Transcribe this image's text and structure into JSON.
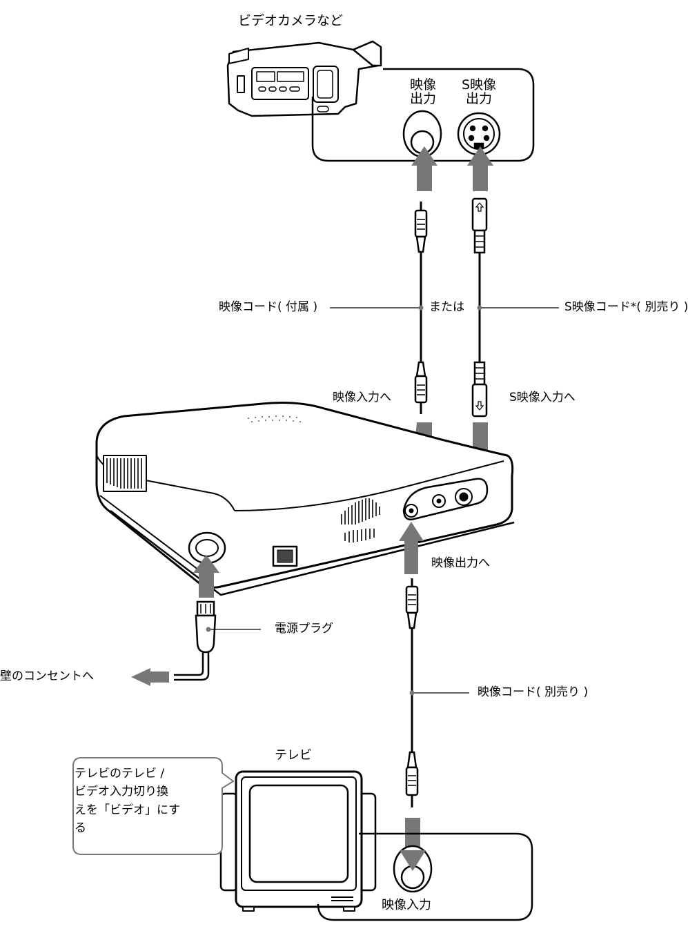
{
  "camcorder_label": "ビデオカメラなど",
  "camera_ports": {
    "video_out": [
      "映像",
      "出力"
    ],
    "s_video_out": [
      "S映像",
      "出力"
    ]
  },
  "cables": {
    "video_cord": "映像コード( 付属 )",
    "or": "または",
    "s_video_cord": "S映像コード*( 別売り )"
  },
  "connections": {
    "to_video_in": "映像入力へ",
    "to_s_video_in": "S映像入力へ",
    "to_video_out": "映像出力へ",
    "power_plug": "電源プラグ",
    "to_wall_outlet": "壁のコンセントへ",
    "video_cord_optional": "映像コード( 別売り )"
  },
  "tv": {
    "label": "テレビ",
    "note_lines": [
      "テレビのテレビ /",
      "ビデオ入力切り換",
      "えを「ビデオ」にす",
      "る"
    ],
    "video_in": "映像入力"
  }
}
